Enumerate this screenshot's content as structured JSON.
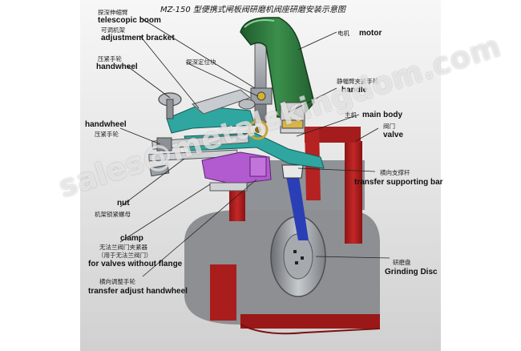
{
  "title": "MZ-150 型便携式闸板阀研磨机阀座研磨安装示意图",
  "labels": {
    "telescopic_cn": "探深伸缩臂",
    "telescopic_en": "telescopic boom",
    "adjust_bracket_cn": "可调机架",
    "adjust_bracket_en": "adjustment bracket",
    "handwheel_top_cn": "压紧手轮",
    "handwheel_top_en": "handwheel",
    "locator_cn": "探深定位块",
    "motor_cn": "电机",
    "motor_en": "motor",
    "handle_cn": "静幅臂夹紧手轮",
    "handle_en": "handle",
    "main_body_cn": "主机",
    "main_body_en": "main body",
    "valve_cn": "阀门",
    "valve_en": "valve",
    "handwheel_mid_en": "handwheel",
    "handwheel_mid_cn": "压紧手轮",
    "support_bar_cn": "横向支撑杆",
    "support_bar_en": "transfer supporting bar",
    "nut_en": "nut",
    "nut_cn": "机架锁紧螺母",
    "clamp_en": "clamp",
    "clamp_cn": "无法兰阀门夹紧器",
    "clamp_cn2": "（用于无法兰阀门）",
    "flange_en": "for valves without flange",
    "transfer_cn": "横向调整手轮",
    "transfer_en": "transfer adjust handwheel",
    "disc_cn": "研磨盘",
    "disc_en": "Grinding Disc"
  },
  "watermark": "sales@metalskingdom.com",
  "colors": {
    "valve_red": "#b51e1e",
    "motor_green": "#2f7a3e",
    "arm_teal": "#2fa7a0",
    "clamp_magenta": "#b25ad0",
    "bar_blue": "#2a3fb5",
    "steel": "#9aa0a6"
  }
}
